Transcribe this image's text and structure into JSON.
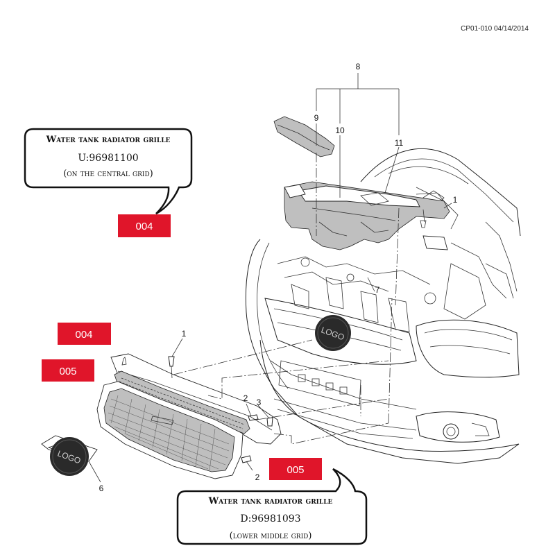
{
  "drawing_code": "CP01-010 04/14/2014",
  "callouts": {
    "upper": {
      "line1": "Water tank radiator grille",
      "line2": "U:96981100",
      "line3": "(on the central grid)"
    },
    "lower": {
      "line1": "Water tank radiator grille",
      "line2": "D:96981093",
      "line3": "(lower middle grid)"
    }
  },
  "tags": {
    "t1": "004",
    "t2": "004",
    "t3": "005",
    "t4": "005"
  },
  "logo_text": "LOGO",
  "part_numbers": {
    "p8": "8",
    "p9": "9",
    "p10": "10",
    "p11": "11",
    "p1a": "1",
    "p7": "7",
    "p1b": "1",
    "p2a": "2",
    "p3": "3",
    "p2b": "2",
    "p6": "6"
  },
  "colors": {
    "tag_red": "#e0152a",
    "logo_dark": "#2a2a2a"
  }
}
